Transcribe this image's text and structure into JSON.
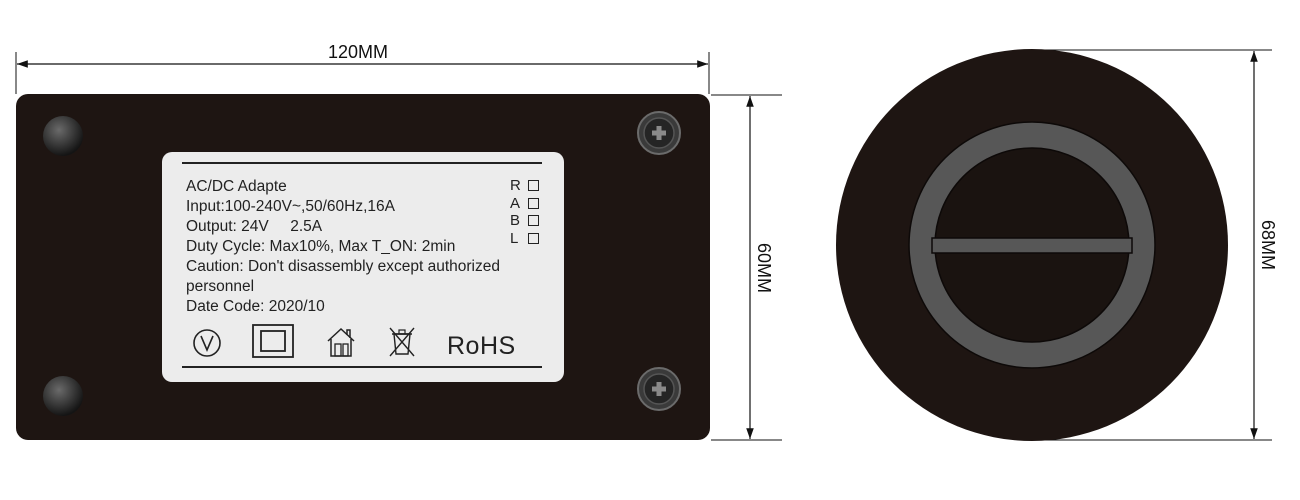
{
  "dimensions": {
    "length": "120MM",
    "width": "60MM",
    "diameter": "68MM"
  },
  "label": {
    "lines": [
      "AC/DC Adapte",
      "Input:100-240V~,50/60Hz,16A",
      "Output: 24V     2.5A",
      "Duty Cycle: Max10%, Max T_ON: 2min",
      "Caution: Don't disassembly except authorized personnel",
      "Date Code: 2020/10"
    ],
    "grades": [
      "R",
      "A",
      "B",
      "L"
    ],
    "symbols": [
      "v-circle-icon",
      "double-square-icon",
      "house-icon",
      "crossed-bin-icon"
    ],
    "rohs": "RoHS"
  },
  "colors": {
    "body": "#1e1512",
    "label_bg": "#ececec",
    "line": "#111111",
    "ring": "#555555"
  }
}
